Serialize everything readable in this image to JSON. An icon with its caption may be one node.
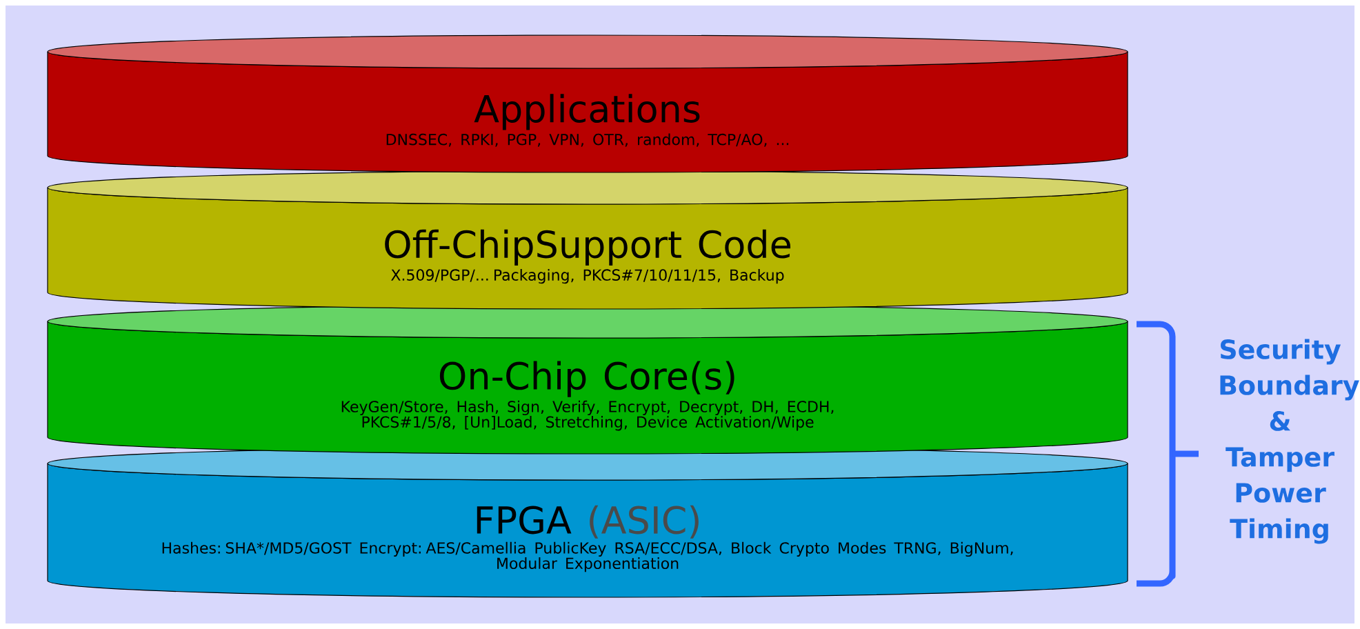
{
  "diagram": {
    "nodes": [
      {
        "text": [
          "Applications",
          "DNSSEC, RPKI, PGP, VPN, OTR, random, TCP/AO, ..."
        ]
      },
      {
        "text": [
          "Off-ChipSupport Code",
          "X.509/PGP/... Packaging, PKCS#7/10/11/15, Backup"
        ]
      },
      {
        "text": [
          "On-Chip Core(s)",
          "KeyGen/Store, Hash, Sign, Verify, Encrypt, Decrypt, DH, ECDH, PKCS#1/5/8, [Un]Load, Stretching, Device Activation/Wipe"
        ]
      },
      {
        "text": [
          "FPGA",
          "(ASIC)",
          "Hashes: SHA*/MD5/GOST Encrypt: AES/Camellia PublicKey RSA/ECC/DSA, Block Crypto Modes TRNG, BigNum, Modular Exponentiation"
        ]
      }
    ],
    "labels": [
      "Security Boundary & Tamper Power Timing"
    ]
  }
}
